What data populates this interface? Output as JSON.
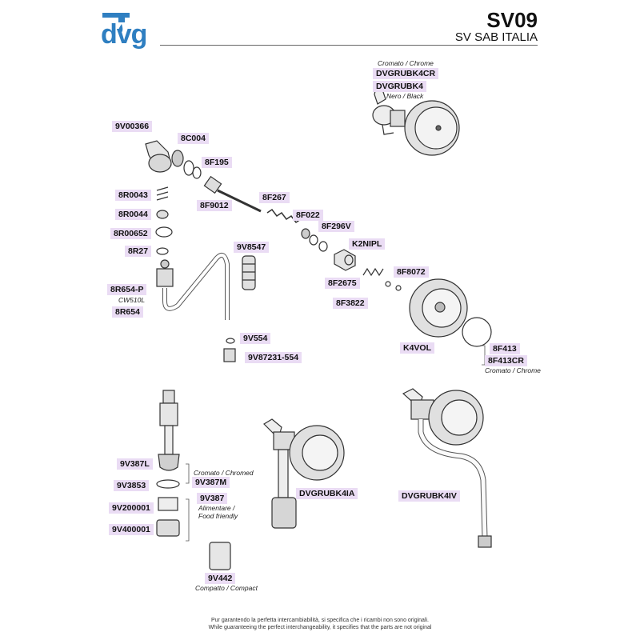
{
  "header": {
    "logo_text": "dvg",
    "code": "SV09",
    "brand": "SV SAB ITALIA"
  },
  "labels": {
    "cromato_chrome_top": "Cromato / Chrome",
    "dvgrubk4cr": "DVGRUBK4CR",
    "dvgrubk4": "DVGRUBK4",
    "nero_black": "Nero / Black",
    "p9v00366": "9V00366",
    "p8c004": "8C004",
    "p8f195": "8F195",
    "p8r0043": "8R0043",
    "p8f9012": "8F9012",
    "p8f267": "8F267",
    "p8r0044": "8R0044",
    "p8f022": "8F022",
    "p8f296v": "8F296V",
    "p8r00652": "8R00652",
    "p8r27": "8R27",
    "p9v8547": "9V8547",
    "k2nipl": "K2NIPL",
    "p8r654p": "8R654-P",
    "cw510l": "CW510L",
    "p8r654": "8R654",
    "p8f8072": "8F8072",
    "p8f2675": "8F2675",
    "p8f3822": "8F3822",
    "p9v554": "9V554",
    "k4vol": "K4VOL",
    "p8f413": "8F413",
    "p8f413cr": "8F413CR",
    "cromato_chrome_mid": "Cromato / Chrome",
    "p9v87231": "9V87231-554",
    "p9v387l": "9V387L",
    "cromato_chromed": "Cromato / Chromed",
    "p9v387m": "9V387M",
    "p9v3853": "9V3853",
    "p9v200001": "9V200001",
    "p9v387": "9V387",
    "alimentare": "Alimentare /",
    "food_friendly": "Food friendly",
    "p9v400001": "9V400001",
    "dvgrubk4ia": "DVGRUBK4IA",
    "dvgrubk4iv": "DVGRUBK4IV",
    "p9v442": "9V442",
    "compatto_compact": "Compatto / Compact"
  },
  "footer": {
    "line1": "Pur garantendo la perfetta intercambiabilità, si specifica che i ricambi non sono originali.",
    "line2": "While guaranteeing the perfect interchangeability, it specifies that the parts are not original"
  },
  "colors": {
    "label_bg": "#eadcf4",
    "logo_blue": "#2f7fc1"
  }
}
